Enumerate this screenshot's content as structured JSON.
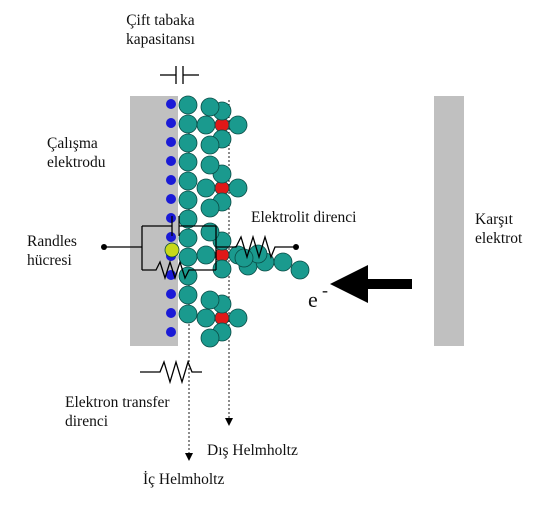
{
  "labels": {
    "double_layer_capacitance": [
      "Çift tabaka",
      "kapasitansı"
    ],
    "working_electrode": [
      "Çalışma",
      "elektrodu"
    ],
    "randles_cell": [
      "Randles",
      "hücresi"
    ],
    "electrolyte_resistance": "Elektrolit direnci",
    "counter_electrode": [
      "Karşıt",
      "elektrot"
    ],
    "electron_symbol": "e",
    "electron_charge": "-",
    "electron_transfer_resistance": [
      "Elektron transfer",
      "direnci"
    ],
    "outer_helmholtz": "Dış Helmholtz",
    "inner_helmholtz": "İç Helmholtz"
  },
  "colors": {
    "electrode": "#c0c0c0",
    "electron_dot": "#1a1ad6",
    "ion_teal": "#1a9a8e",
    "ion_red": "#e01818",
    "adsorbed_yellow": "#c8d81a",
    "line": "#000000"
  }
}
